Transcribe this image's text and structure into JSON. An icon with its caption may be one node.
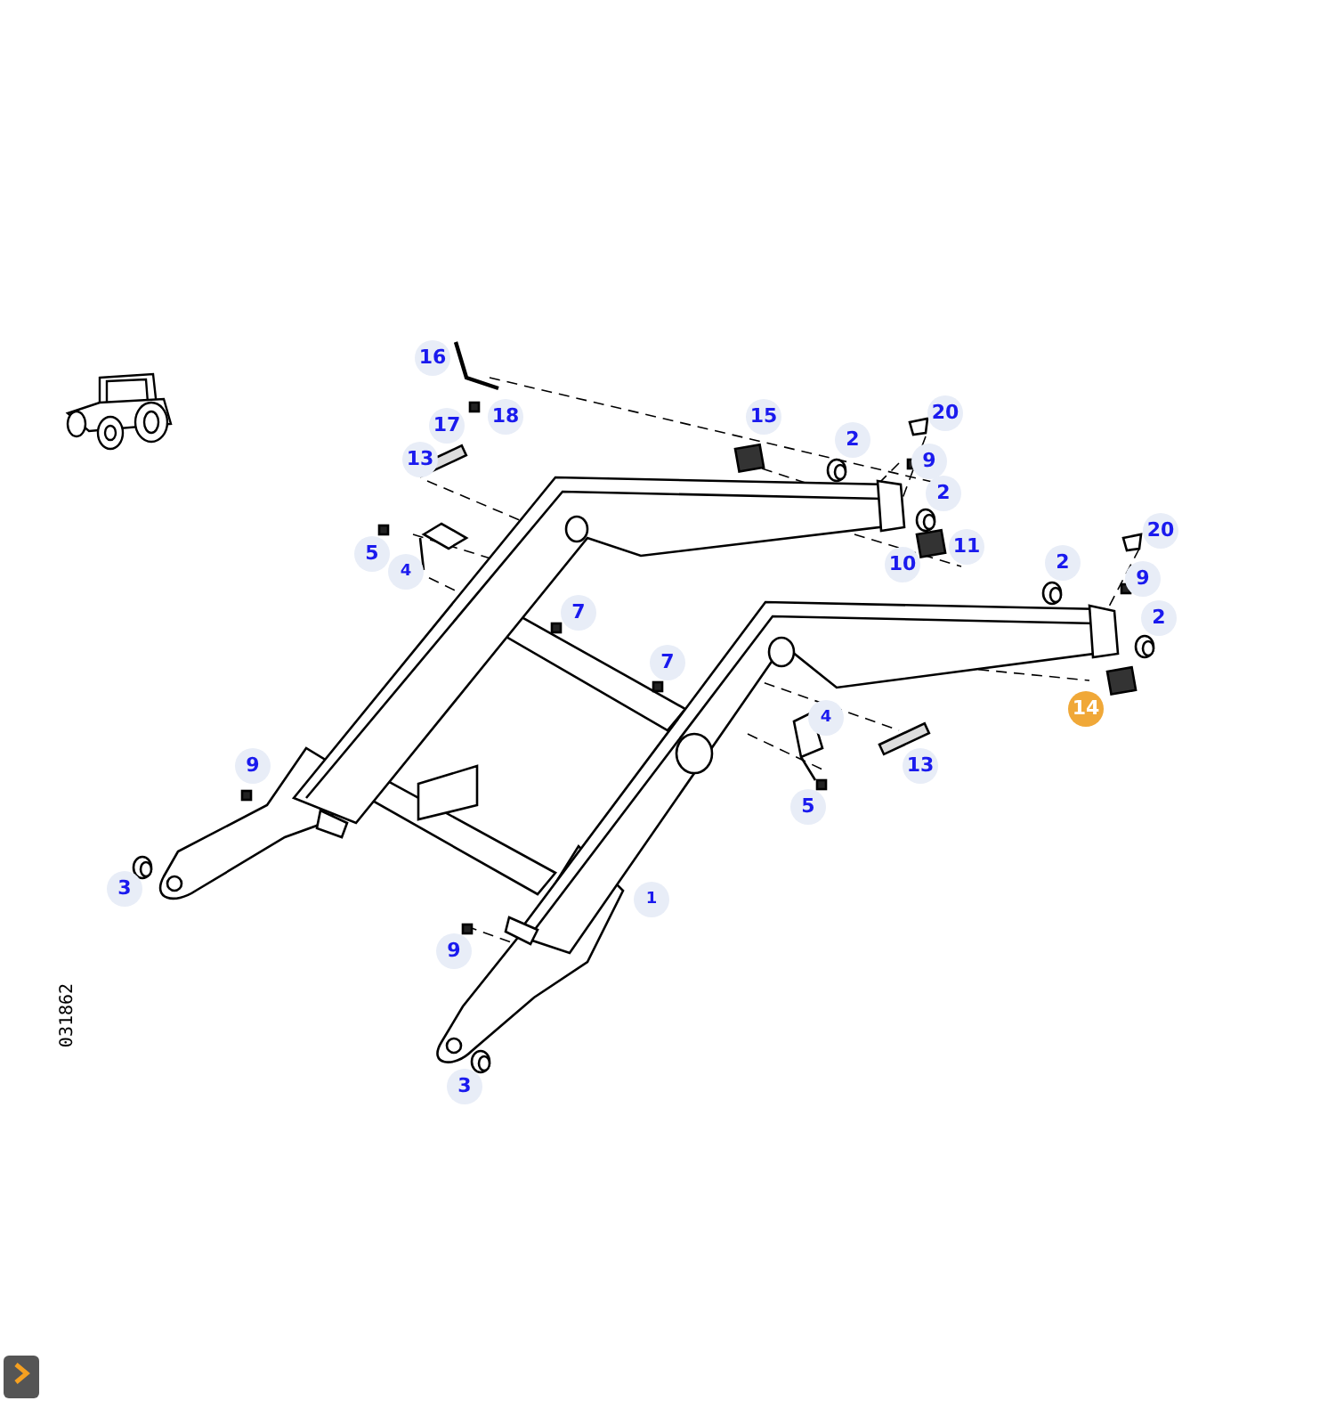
{
  "diagram": {
    "labels": [
      "16",
      "20",
      "15",
      "18",
      "17",
      "2",
      "13",
      "9",
      "2",
      "20",
      "11",
      "5",
      "2",
      "10",
      "4",
      "9",
      "7",
      "2",
      "7",
      "14",
      "4",
      "9",
      "13",
      "5",
      "3",
      "1",
      "9",
      "3",
      "031862"
    ]
  }
}
